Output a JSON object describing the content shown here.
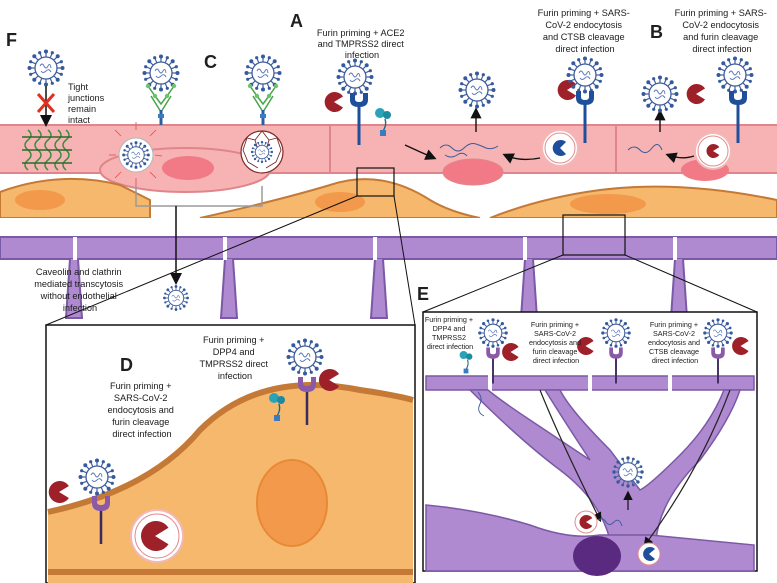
{
  "panels": {
    "A": {
      "letter": "A",
      "text": [
        "Furin priming + ACE2",
        "and TMPRSS2 direct",
        "infection"
      ]
    },
    "A2": {
      "text": [
        "Furin priming + SARS-",
        "CoV-2 endocytosis",
        "and CTSB cleavage",
        "direct infection"
      ]
    },
    "B": {
      "letter": "B",
      "text": [
        "Furin priming + SARS-",
        "CoV-2 endocytosis",
        "and furin cleavage",
        "direct infection"
      ]
    },
    "C": {
      "letter": "C"
    },
    "F": {
      "letter": "F",
      "text": [
        "Tight",
        "junctions",
        "remain",
        "intact"
      ]
    },
    "transcytosis": {
      "text": [
        "Caveolin and clathrin",
        "mediated transcytosis",
        "without endothelial",
        "infection"
      ]
    },
    "D": {
      "letter": "D",
      "dpp4": [
        "Furin priming +",
        "DPP4 and",
        "TMPRSS2 direct",
        "infection"
      ],
      "furin": [
        "Furin priming +",
        "SARS-CoV-2",
        "endocytosis and",
        "furin cleavage",
        "direct infection"
      ]
    },
    "E": {
      "letter": "E",
      "dpp4": [
        "Furin priming +",
        "DPP4 and",
        "TMPRSS2",
        "direct infection"
      ],
      "furin": [
        "Furin priming +",
        "SARS-CoV-2",
        "endocytosis and",
        "furin cleavage",
        "direct infection"
      ],
      "ctsb": [
        "Furin priming +",
        "SARS-CoV-2",
        "endocytosis and",
        "CTSB cleavage",
        "direct infection"
      ]
    }
  },
  "colors": {
    "endothelium": "#f7b3b3",
    "endothelium_edge": "#e0868a",
    "nucleus": "#f27a86",
    "orange_cell": "#f6b86c",
    "orange_edge": "#c47a36",
    "purple_cell": "#b08ad0",
    "purple_edge": "#7a59a6",
    "receptor_blue": "#1f4e9b",
    "receptor_purple": "#8a5aa8",
    "pacman_red": "#9e2029"
  }
}
